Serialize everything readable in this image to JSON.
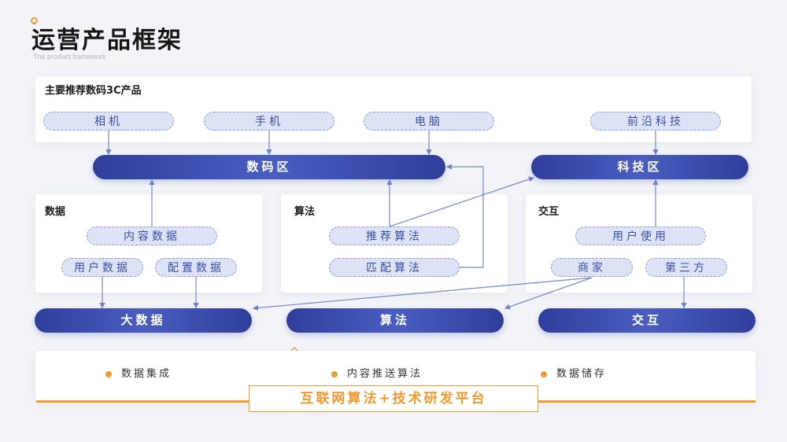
{
  "header": {
    "title": "运营产品框架",
    "subtitle": "The product framework"
  },
  "top_panel": {
    "label": "主要推荐数码3C产品",
    "items": [
      "相机",
      "手机",
      "电脑",
      "前沿科技"
    ]
  },
  "zones": {
    "digital": "数码区",
    "tech": "科技区"
  },
  "data_panel": {
    "label": "数据",
    "content_data": "内容数据",
    "user_data": "用户数据",
    "config_data": "配置数据"
  },
  "algo_panel": {
    "label": "算法",
    "recommend": "推荐算法",
    "match": "匹配算法"
  },
  "interact_panel": {
    "label": "交互",
    "user_use": "用户使用",
    "merchant": "商家",
    "third_party": "第三方"
  },
  "bars": {
    "big_data": "大数据",
    "algorithm": "算法",
    "interaction": "交互"
  },
  "platform": {
    "features": [
      "数据集成",
      "内容推送算法",
      "数据储存"
    ],
    "title": "互联网算法+技术研发平台"
  },
  "colors": {
    "accent": "#f29a2e",
    "primary": "#2f3e99",
    "pill_bg": "#dde2f4",
    "pill_border": "#8fa0da"
  }
}
